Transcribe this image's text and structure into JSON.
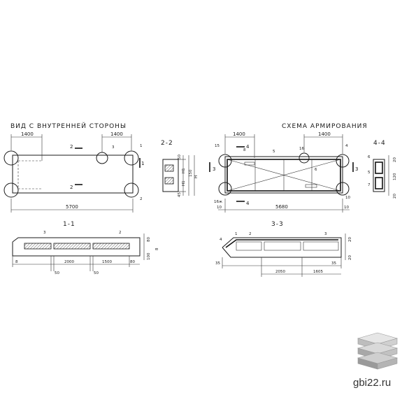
{
  "view_title": "ВИД С ВНУТРЕННЕЙ СТОРОНЫ",
  "scheme_title": "СХЕМА АРМИРОВАНИЯ",
  "sections": {
    "s22": "2-2",
    "s44": "4-4",
    "s11": "1-1",
    "s33": "3-3"
  },
  "view_dims": {
    "top_left": "1400",
    "top_right": "1400",
    "overall": "5700"
  },
  "scheme_dims": {
    "top_left": "1400",
    "top_right": "1400",
    "overall": "5680",
    "left_end": "10",
    "right_end": "10",
    "corner_label": "16ж"
  },
  "s22_dims": [
    "50",
    "H1",
    "150",
    "H1",
    "H",
    "45"
  ],
  "s44_dims": [
    "20",
    "120",
    "20"
  ],
  "s11_dims": {
    "left": "8",
    "a": "50",
    "b": "2000",
    "c": "50",
    "d": "1500",
    "e": "80",
    "h1": "80",
    "h2": "8",
    "h3": "100"
  },
  "s33_dims": {
    "left": "35",
    "a": "2050",
    "b": "1605",
    "right": "35",
    "h1": "20",
    "h2": "20"
  },
  "markers": [
    "1",
    "2",
    "3",
    "4",
    "5",
    "6",
    "7",
    "8",
    "10",
    "15",
    "16"
  ],
  "cut_marks": {
    "c1": "1",
    "c2": "2",
    "c3": "3",
    "c4": "4"
  },
  "watermark": "gbi22.ru"
}
